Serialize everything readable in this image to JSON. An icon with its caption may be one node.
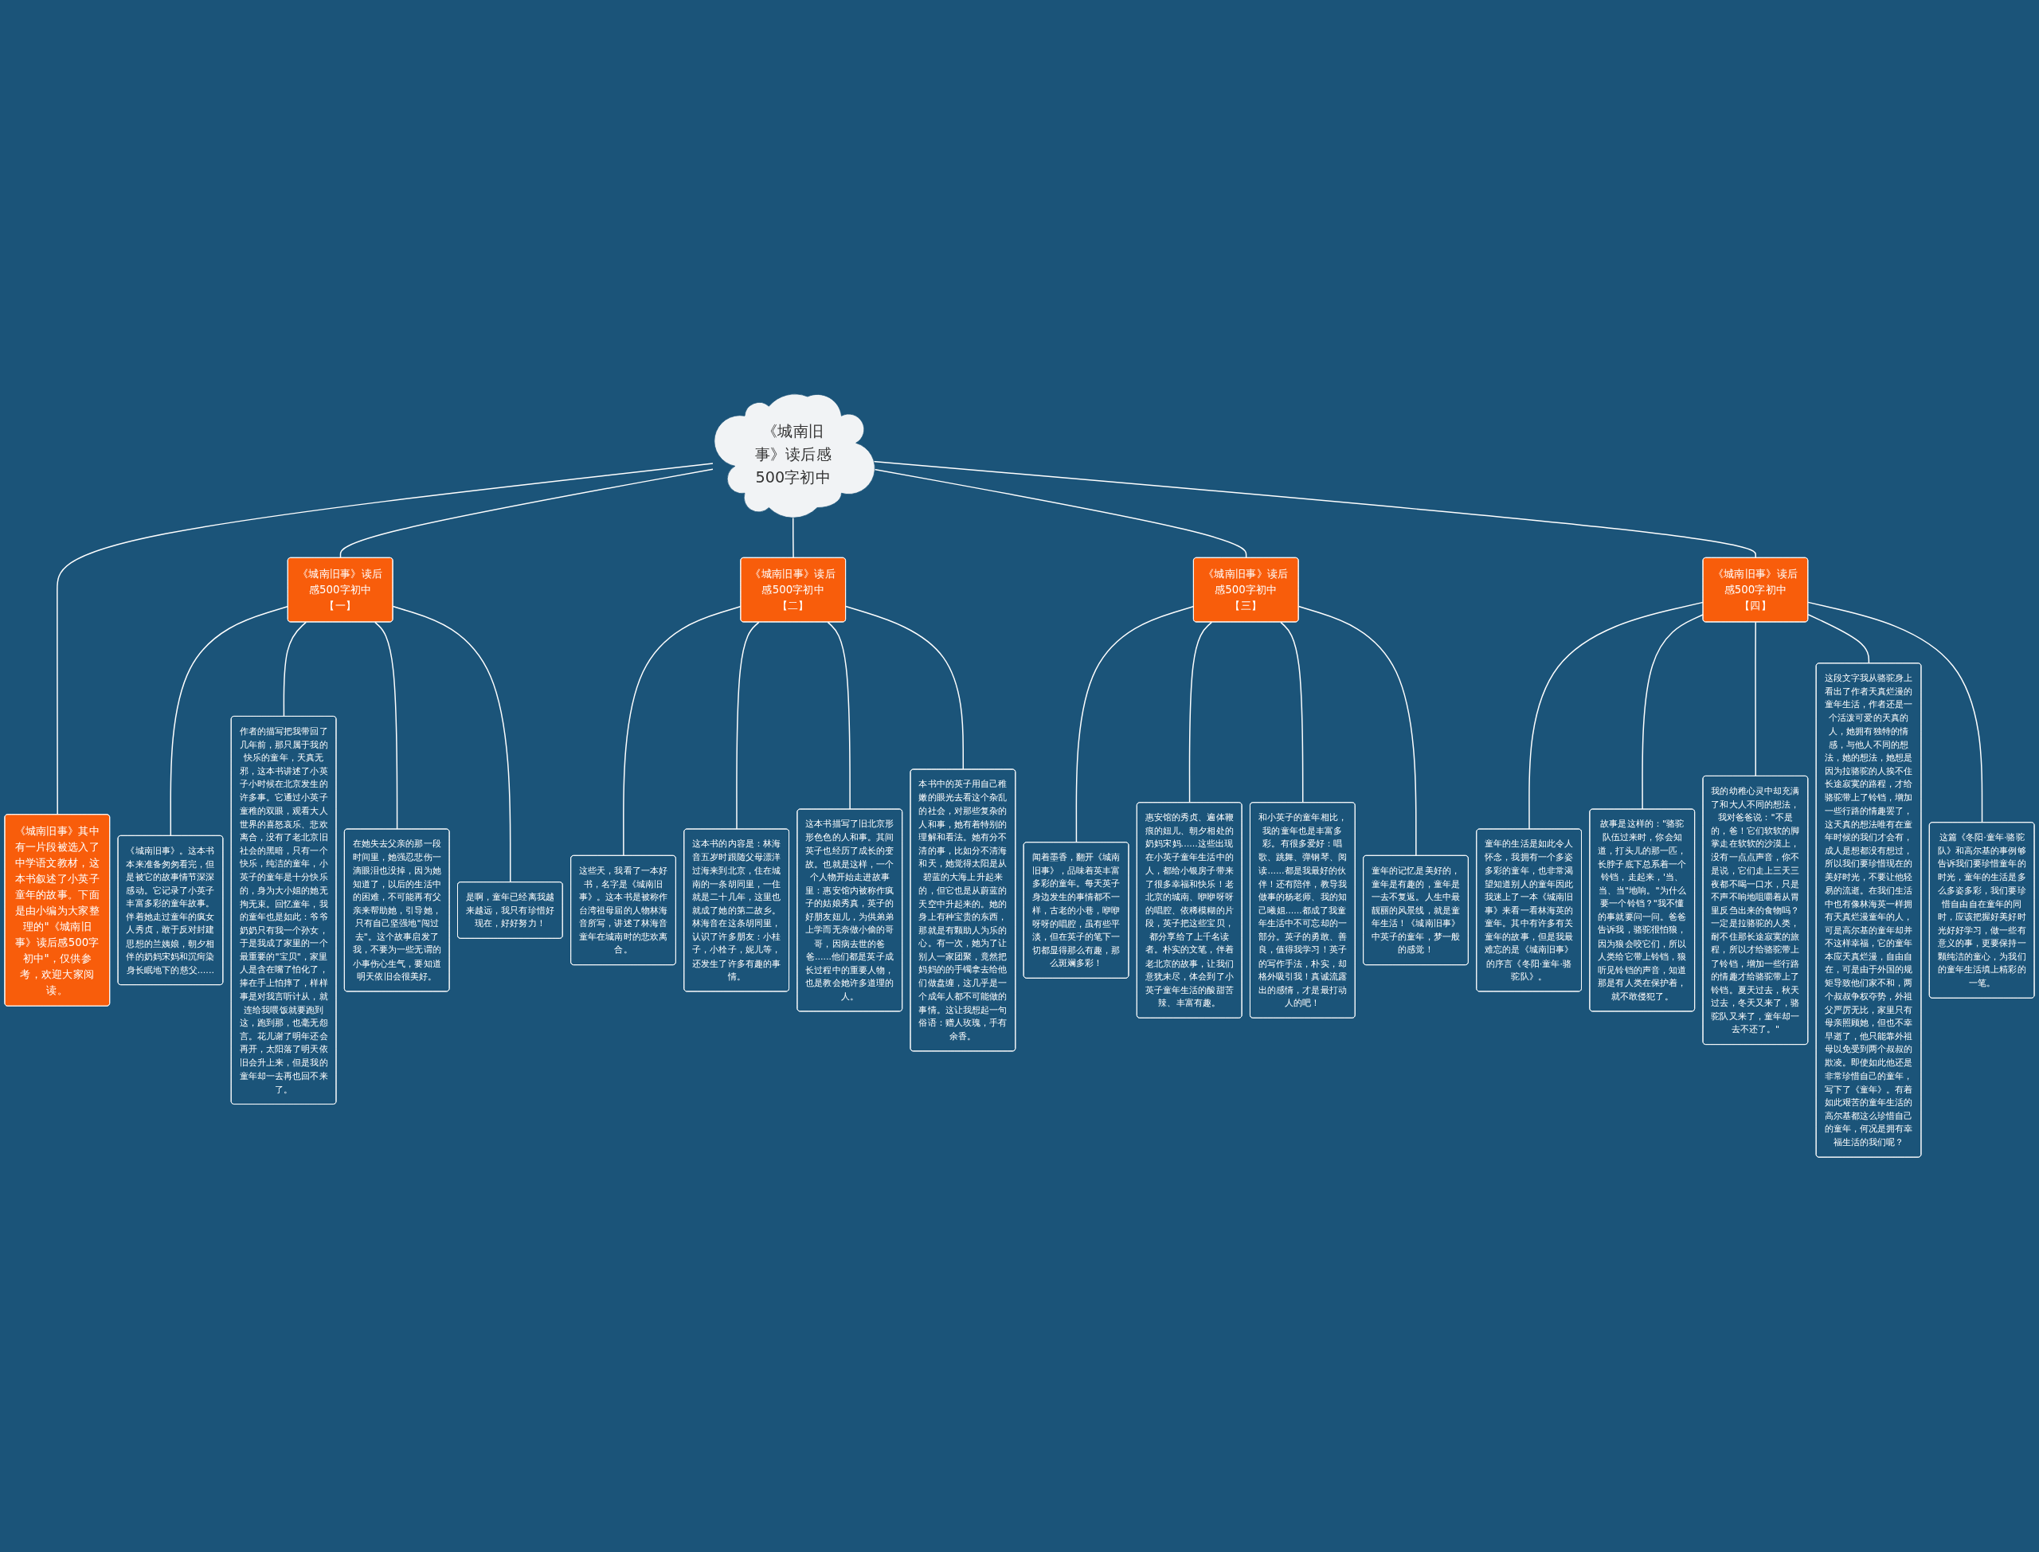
{
  "diagram": {
    "nodes": [
      {
        "text": [
          "《城南旧事》读后感500字初中"
        ]
      },
      {
        "text": [
          "《城南旧事》其中有一片段被选入了中学语文教材，这本书叙述了小英子童年的故事。下面是由小编为大家整理的\"《城南旧事》读后感500字初中\"，仅供参考，欢迎大家阅读。"
        ]
      },
      {
        "text": [
          "《城南旧事》读后感500字初中【一】"
        ]
      },
      {
        "text": [
          "《城南旧事》。这本书本来准备匆匆看完，但是被它的故事情节深深感动。它记录了小英子丰富多彩的童年故事。伴着她走过童年的疯女人秀贞，敢于反对封建思想的兰姨娘，朝夕相伴的奶妈宋妈和沉疴染身长眠地下的慈父......"
        ]
      },
      {
        "text": [
          "作者的描写把我带回了几年前，那只属于我的快乐的童年，天真无邪，这本书讲述了小英子小时候在北京发生的许多事。它通过小英子童稚的双眼，观看大人世界的喜怒哀乐、悲欢离合，没有了老北京旧社会的黑暗，只有一个快乐，纯洁的童年，小英子的童年是十分快乐的，身为大小姐的她无拘无束。回忆童年，我的童年也是如此：爷爷奶奶只有我一个孙女，于是我成了家里的一个最重要的\"宝贝\"，家里人是含在嘴了怕化了，捧在手上怕摔了，样样事是对我言听计从，就连给我喂饭就要跑到这，跑到那，也毫无怨言。花儿谢了明年还会再开，太阳落了明天依旧会升上来，但是我的童年却一去再也回不来了。"
        ]
      },
      {
        "text": [
          "在她失去父亲的那一段时间里，她强忍悲伤一滴眼泪也没掉，因为她知道了，以后的生活中的困难，不可能再有父亲来帮助她，引导她，只有自己坚强地\"闯过去\"。这个故事启发了我，不要为一些无谓的小事伤心生气，要知道明天依旧会很美好。"
        ]
      },
      {
        "text": [
          "是啊，童年已经离我越来越远，我只有珍惜好现在，好好努力！"
        ]
      },
      {
        "text": [
          "《城南旧事》读后感500字初中【二】"
        ]
      },
      {
        "text": [
          "这些天，我看了一本好书，名字是《城南旧事》。这本书是被称作台湾祖母届的人物林海音所写，讲述了林海音童年在城南时的悲欢离合。"
        ]
      },
      {
        "text": [
          "这本书的内容是：林海音五岁时跟随父母漂洋过海来到北京，住在城南的一条胡同里，一住就是二十几年，这里也就成了她的第二故乡。林海音在这条胡同里，认识了许多朋友：小桂子，小栓子，妮儿等，还发生了许多有趣的事情。"
        ]
      },
      {
        "text": [
          "这本书描写了旧北京形形色色的人和事。其间英子也经历了成长的变故。也就是这样，一个个人物开始走进故事里：惠安馆内被称作疯子的姑娘秀真，英子的好朋友妞儿，为供弟弟上学而无奈做小偷的哥哥，因病去世的爸爸......他们都是英子成长过程中的重要人物，也是教会她许多道理的人。"
        ]
      },
      {
        "text": [
          "本书中的英子用自己稚嫩的眼光去看这个杂乱的社会，对那些复杂的人和事，她有着特别的理解和看法。她有分不清的事，比如分不清海和天，她觉得太阳是从碧蓝的大海上升起来的，但它也是从蔚蓝的天空中升起来的。她的身上有种宝贵的东西，那就是有颗助人为乐的心。有一次，她为了让别人一家团聚，竟然把妈妈的的手镯拿去给他们做盘缠，这几乎是一个成年人都不可能做的事情。这让我想起一句俗语：赠人玫瑰，手有余香。"
        ]
      },
      {
        "text": [
          "《城南旧事》读后感500字初中【三】"
        ]
      },
      {
        "text": [
          "闻着墨香，翻开《城南旧事》，品味着英丰富多彩的童年。每天英子身边发生的事情都不一样，古老的小巷，咿咿呀呀的唱腔，虽有些平淡，但在英子的笔下一切都显得那么有趣，那么斑斓多彩！"
        ]
      },
      {
        "text": [
          "惠安馆的秀贞、遍体鞭痕的妞儿、朝夕相处的奶妈宋妈......这些出现在小英子童年生活中的人，都给小银房子带来了很多幸福和快乐！老北京的城南、咿咿呀呀的唱腔、依稀模糊的片段，英子把这些宝贝，都分享给了上千名读者。朴实的文笔，伴着老北京的故事，让我们意犹未尽，体会到了小英子童年生活的酸甜苦辣、丰富有趣。"
        ]
      },
      {
        "text": [
          "和小英子的童年相比，我的童年也是丰富多彩。有很多爱好：唱歌、跳舞、弹钢琴、阅读......都是我最好的伙伴！还有陪伴，教导我做事的杨老师、我的知己曦姐......都成了我童年生活中不可忘却的一部分。英子的勇敢、善良，值得我学习！英子的写作手法，朴实，却格外吸引我！真诚流露出的感情，才是最打动人的吧！"
        ]
      },
      {
        "text": [
          "童年的记忆是美好的，童年是有趣的，童年是一去不复返。人生中最靓丽的风景线，就是童年生活！《城南旧事》中英子的童年，梦一般的感觉！"
        ]
      },
      {
        "text": [
          "《城南旧事》读后感500字初中【四】"
        ]
      },
      {
        "text": [
          "童年的生活是如此令人怀念，我拥有一个多姿多彩的童年，也非常渴望知道别人的童年因此我迷上了一本《城南旧事》来看一看林海英的童年。其中有许多有关童年的故事，但是我最难忘的是《城南旧事》的序言《冬阳·童年·骆驼队》。"
        ]
      },
      {
        "text": [
          "故事是这样的：\"骆驼队伍过来时，你会知道，打头儿的那一匹，长脖子底下总系着一个铃铛，走起来，'当、当、当\"地响。\"为什么要一个铃铛？\"我不懂的事就要问一问。爸爸告诉我，骆驼很怕狼，因为狼会咬它们，所以人类给它带上铃铛，狼听见铃铛的声音，知道那是有人类在保护着，就不敢侵犯了。"
        ]
      },
      {
        "text": [
          "我的幼稚心灵中却充满了和大人不同的想法，我对爸爸说：\"不是的，爸！它们软软的脚掌走在软软的沙漠上，没有一点点声音，你不是说，它们走上三天三夜都不喝一口水，只是不声不响地咀嚼着从胃里反刍出来的食物吗？一定是拉骆驼的人类，耐不住那长途寂寞的旅程，所以才给骆驼带上了铃铛，增加一些行路的情趣才给骆驼带上了铃铛。夏天过去，秋天过去，冬天又来了，骆驼队又来了，童年却一去不还了。\""
        ]
      },
      {
        "text": [
          "这段文字我从骆驼身上看出了作者天真烂漫的童年生活，作者还是一个活泼可爱的天真的人，她拥有独特的情感，与他人不同的想法，她的想法，她想是因为拉骆驼的人挨不住长途寂寞的路程，才给骆驼带上了铃铛，增加一些行路的情趣罢了，这天真的想法唯有在童年时候的我们才会有，成人是想都没有想过，所以我们要珍惜现在的美好时光，不要让他轻易的流逝。在我们生活中也有像林海英一样拥有天真烂漫童年的人，可是高尔基的童年却并不这样幸福，它的童年本应天真烂漫，自由自在，可是由于外国的规矩导致他们家不和，两个叔叔争权夺势，外祖父严厉无比，家里只有母亲照顾她，但也不幸早逝了，他只能靠外祖母以免受到两个叔叔的欺凌。即使如此他还是非常珍惜自己的童年，写下了《童年》。有着如此艰苦的童年生活的高尔基都这么珍惜自己的童年，何况是拥有幸福生活的我们呢？"
        ]
      },
      {
        "text": [
          "这篇《冬阳·童年·骆驼队》和高尔基的事例够告诉我们要珍惜童年的时光，童年的生活是多么多姿多彩，我们要珍惜自由自在童年的同时，应该把握好美好时光好好学习，做一些有意义的事，更要保持一颗纯洁的童心，为我们的童年生活填上精彩的一笔。"
        ]
      }
    ],
    "edges": [
      {
        "from": 0,
        "to": 1,
        "arrow": "none"
      },
      {
        "from": 0,
        "to": 2,
        "arrow": "none"
      },
      {
        "from": 2,
        "to": 3,
        "arrow": "none"
      },
      {
        "from": 2,
        "to": 4,
        "arrow": "none"
      },
      {
        "from": 2,
        "to": 5,
        "arrow": "none"
      },
      {
        "from": 2,
        "to": 6,
        "arrow": "none"
      },
      {
        "from": 0,
        "to": 7,
        "arrow": "none"
      },
      {
        "from": 7,
        "to": 8,
        "arrow": "none"
      },
      {
        "from": 7,
        "to": 9,
        "arrow": "none"
      },
      {
        "from": 7,
        "to": 10,
        "arrow": "none"
      },
      {
        "from": 7,
        "to": 11,
        "arrow": "none"
      },
      {
        "from": 0,
        "to": 12,
        "arrow": "none"
      },
      {
        "from": 12,
        "to": 13,
        "arrow": "none"
      },
      {
        "from": 12,
        "to": 14,
        "arrow": "none"
      },
      {
        "from": 12,
        "to": 15,
        "arrow": "none"
      },
      {
        "from": 12,
        "to": 16,
        "arrow": "none"
      },
      {
        "from": 0,
        "to": 17,
        "arrow": "none"
      },
      {
        "from": 17,
        "to": 18,
        "arrow": "none"
      },
      {
        "from": 17,
        "to": 19,
        "arrow": "none"
      },
      {
        "from": 17,
        "to": 20,
        "arrow": "none"
      },
      {
        "from": 17,
        "to": 21,
        "arrow": "none"
      },
      {
        "from": 17,
        "to": 22,
        "arrow": "none"
      }
    ]
  }
}
